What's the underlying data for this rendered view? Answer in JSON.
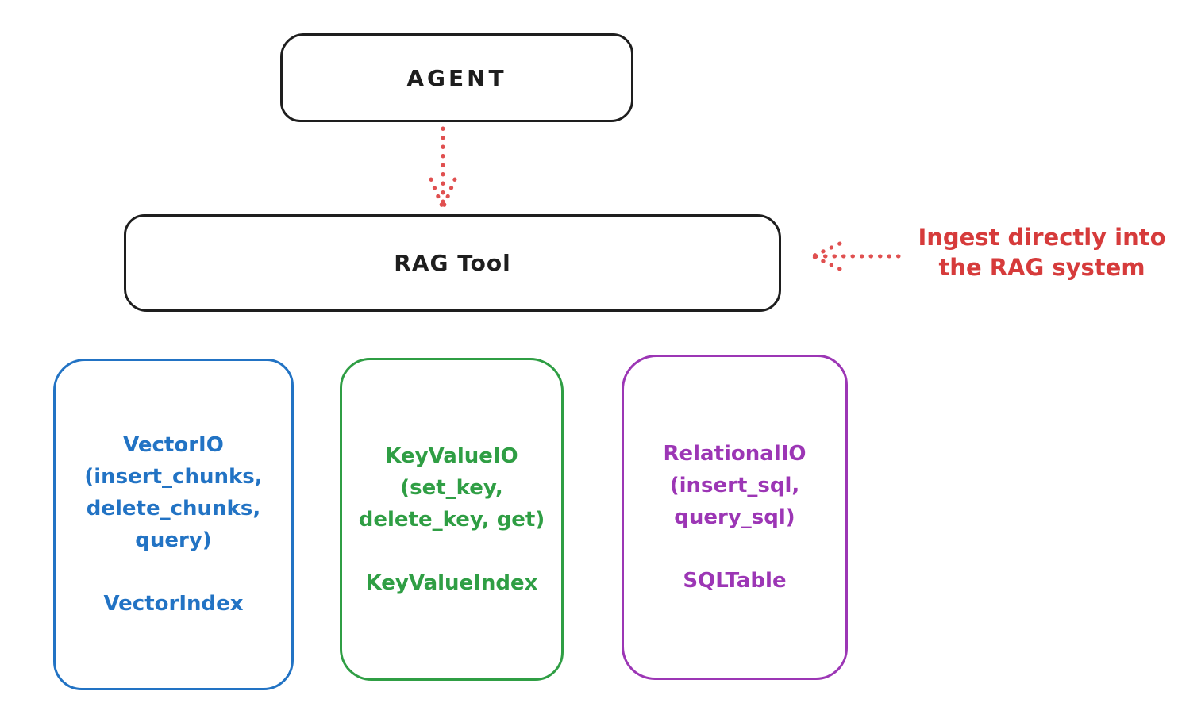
{
  "diagram": {
    "title_context": "RAG Tool architecture sketch",
    "colors": {
      "stroke_black": "#1e1e1e",
      "accent_red": "#e03131",
      "vector_blue": "#2273c4",
      "keyvalue_green": "#2f9e44",
      "relational_purple": "#9c36b5",
      "background": "#ffffff"
    },
    "nodes": {
      "agent": {
        "label": "AGENT"
      },
      "rag_tool": {
        "label": "RAG Tool"
      }
    },
    "annotation": {
      "lines": [
        "Ingest directly into",
        "the RAG system"
      ]
    },
    "storage_boxes": [
      {
        "id": "vector-io",
        "color": "#2273c4",
        "lines": [
          "VectorIO",
          "(insert_chunks,",
          "delete_chunks,",
          "query)",
          "",
          "VectorIndex"
        ]
      },
      {
        "id": "keyvalue-io",
        "color": "#2f9e44",
        "lines": [
          "KeyValueIO",
          "(set_key,",
          "delete_key, get)",
          "",
          "KeyValueIndex"
        ]
      },
      {
        "id": "relational-io",
        "color": "#9c36b5",
        "lines": [
          "RelationalIO",
          "(insert_sql,",
          "query_sql)",
          "",
          "SQLTable"
        ]
      }
    ]
  }
}
